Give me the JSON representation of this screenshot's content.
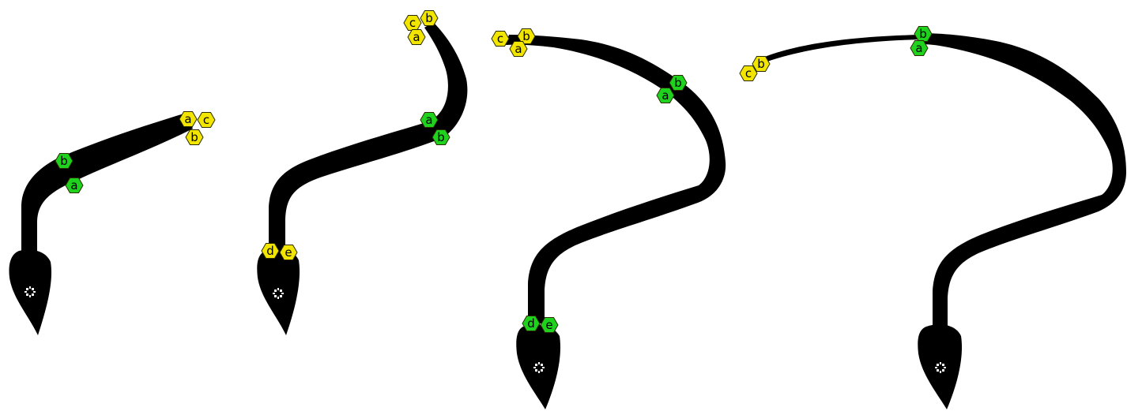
{
  "colors": {
    "stroke_fill": "#000000",
    "background": "#ffffff",
    "handle_yellow": "#f2e600",
    "handle_green": "#1ed21e",
    "pivot_mark": "#ffffff"
  },
  "icons": {
    "pivot": "crosshair-pivot-icon",
    "control_point": "hexagon-control-point-icon"
  },
  "frames": [
    {
      "name": "frame-1",
      "handles": [
        {
          "id": "f1-b-green",
          "label": "b",
          "color": "green"
        },
        {
          "id": "f1-a-green",
          "label": "a",
          "color": "green"
        },
        {
          "id": "f1-a-yellow",
          "label": "a",
          "color": "yellow"
        },
        {
          "id": "f1-c-yellow",
          "label": "c",
          "color": "yellow"
        },
        {
          "id": "f1-b-yellow",
          "label": "b",
          "color": "yellow"
        }
      ]
    },
    {
      "name": "frame-2",
      "handles": [
        {
          "id": "f2-c-yellow",
          "label": "c",
          "color": "yellow"
        },
        {
          "id": "f2-b-yellow",
          "label": "b",
          "color": "yellow"
        },
        {
          "id": "f2-a-yellow",
          "label": "a",
          "color": "yellow"
        },
        {
          "id": "f2-a-green",
          "label": "a",
          "color": "green"
        },
        {
          "id": "f2-b-green",
          "label": "b",
          "color": "green"
        },
        {
          "id": "f2-d-yellow",
          "label": "d",
          "color": "yellow"
        },
        {
          "id": "f2-e-yellow",
          "label": "e",
          "color": "yellow"
        }
      ]
    },
    {
      "name": "frame-3",
      "handles": [
        {
          "id": "f3-c-yellow",
          "label": "c",
          "color": "yellow"
        },
        {
          "id": "f3-b-yellow",
          "label": "b",
          "color": "yellow"
        },
        {
          "id": "f3-a-yellow",
          "label": "a",
          "color": "yellow"
        },
        {
          "id": "f3-b-green",
          "label": "b",
          "color": "green"
        },
        {
          "id": "f3-a-green",
          "label": "a",
          "color": "green"
        },
        {
          "id": "f3-d-green",
          "label": "d",
          "color": "green"
        },
        {
          "id": "f3-e-green",
          "label": "e",
          "color": "green"
        }
      ]
    },
    {
      "name": "frame-4",
      "handles": [
        {
          "id": "f4-c-yellow",
          "label": "c",
          "color": "yellow"
        },
        {
          "id": "f4-b-yellow",
          "label": "b",
          "color": "yellow"
        },
        {
          "id": "f4-b-green",
          "label": "b",
          "color": "green"
        },
        {
          "id": "f4-a-green",
          "label": "a",
          "color": "green"
        }
      ]
    }
  ]
}
